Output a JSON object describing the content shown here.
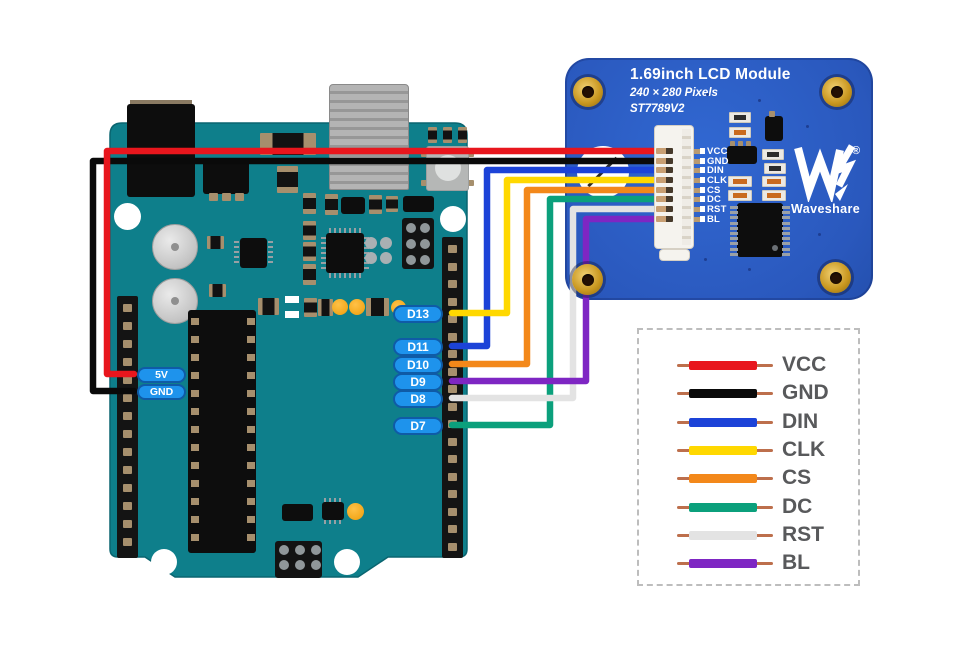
{
  "lcd_module": {
    "title": "1.69inch LCD Module",
    "resolution": "240 × 280 Pixels",
    "controller": "ST7789V2",
    "brand": "Waveshare",
    "brand_mark": "®",
    "pins": [
      "VCC",
      "GND",
      "DIN",
      "CLK",
      "CS",
      "DC",
      "RST",
      "BL"
    ]
  },
  "arduino": {
    "digital_pins": [
      "D13",
      "D11",
      "D10",
      "D9",
      "D8",
      "D7"
    ],
    "power_pins": [
      "5V",
      "GND"
    ]
  },
  "legend": {
    "items": [
      {
        "label": "VCC",
        "color": "#e8161d"
      },
      {
        "label": "GND",
        "color": "#0a0a0a"
      },
      {
        "label": "DIN",
        "color": "#1c43d8"
      },
      {
        "label": "CLK",
        "color": "#ffd800"
      },
      {
        "label": "CS",
        "color": "#f3881a"
      },
      {
        "label": "DC",
        "color": "#0ba07c"
      },
      {
        "label": "RST",
        "color": "#e3e3e3"
      },
      {
        "label": "BL",
        "color": "#7e26c3"
      }
    ]
  },
  "colors": {
    "arduino_board": "#0e7f8b",
    "lcd_board": "#2c5ec7",
    "pin_label_bg": "#1e93ec",
    "pin_label_border": "#0f5ba6"
  }
}
